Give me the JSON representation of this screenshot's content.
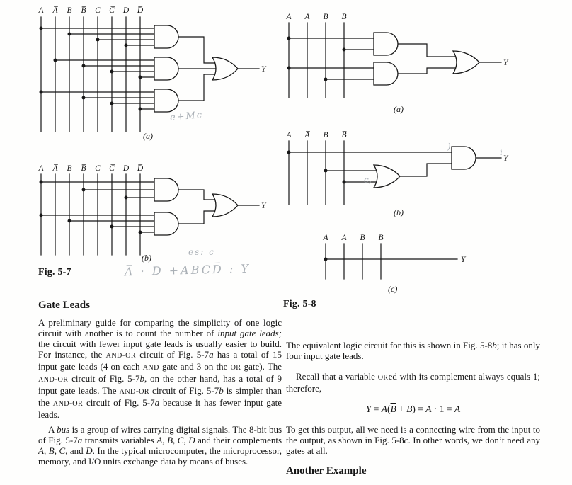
{
  "fig57": {
    "caption": "Fig. 5-7",
    "sub_a": "(a)",
    "sub_b": "(b)",
    "inputs": [
      "A",
      "A̅",
      "B",
      "B̅",
      "C",
      "C̅",
      "D",
      "D̅"
    ],
    "output": "Y"
  },
  "fig58": {
    "caption": "Fig. 5-8",
    "sub_a": "(a)",
    "sub_b": "(b)",
    "sub_c": "(c)",
    "inputs": [
      "A",
      "A̅",
      "B",
      "B̅"
    ],
    "output": "Y"
  },
  "annotations": {
    "scribble_1": "e+Mc",
    "scribble_2": "es: c",
    "scribble_3": "A̅ · D +ABC̅D̅ : Y",
    "mark_1": ")",
    "mark_2": "c,",
    "mark_3": "i"
  },
  "left": {
    "heading": "Gate Leads",
    "para1_html": "A preliminary guide for comparing the simplicity of one logic circuit with another is to count the number of <i>input gate leads;</i> the circuit with fewer input gate leads is usually easier to build. For instance, the <span class='sc'>and</span>-<span class='sc'>or</span> circuit of Fig. 5-7<i>a</i> has a total of 15 input gate leads (4 on each <span class='sc'>and</span> gate and 3 on the <span class='sc'>or</span> gate). The <span class='sc'>and</span>-<span class='sc'>or</span> circuit of Fig. 5-7<i>b</i>, on the other hand, has a total of 9 input gate leads. The <span class='sc'>and</span>-<span class='sc'>or</span> circuit of Fig. 5-7<i>b</i> is simpler than the <span class='sc'>and</span>-<span class='sc'>or</span> circuit of Fig. 5-7<i>a</i> because it has fewer input gate leads.",
    "para2_html": "A <i>bus</i> is a group of wires carrying digital signals. The 8-bit bus of Fig. 5-7<i>a</i> transmits variables <i>A</i>, <i>B</i>, <i>C</i>, <i>D</i> and their complements <i class='ov'>A</i>, <i class='ov'>B</i>, <i class='ov'>C</i>, and <i class='ov'>D</i>. In the typical microcomputer, the microprocessor, memory, and I/O units exchange data by means of buses."
  },
  "right": {
    "para1_html": "The equivalent logic circuit for this is shown in Fig. 5-8<i>b</i>; it has only four input gate leads.",
    "para2_html": "Recall that a variable <span class='sc'>or</span>ed with its complement always equals 1; therefore,",
    "equation_html": "<i>Y</i> = <i>A</i>(<i class='ov'>B</i> + <i>B</i>) = <i>A</i> · 1 = <i>A</i>",
    "para3_html": "To get this output, all we need is a connecting wire from the input to the output, as shown in Fig. 5-8<i>c</i>. In other words, we don’t need any gates at all.",
    "heading2": "Another Example"
  }
}
